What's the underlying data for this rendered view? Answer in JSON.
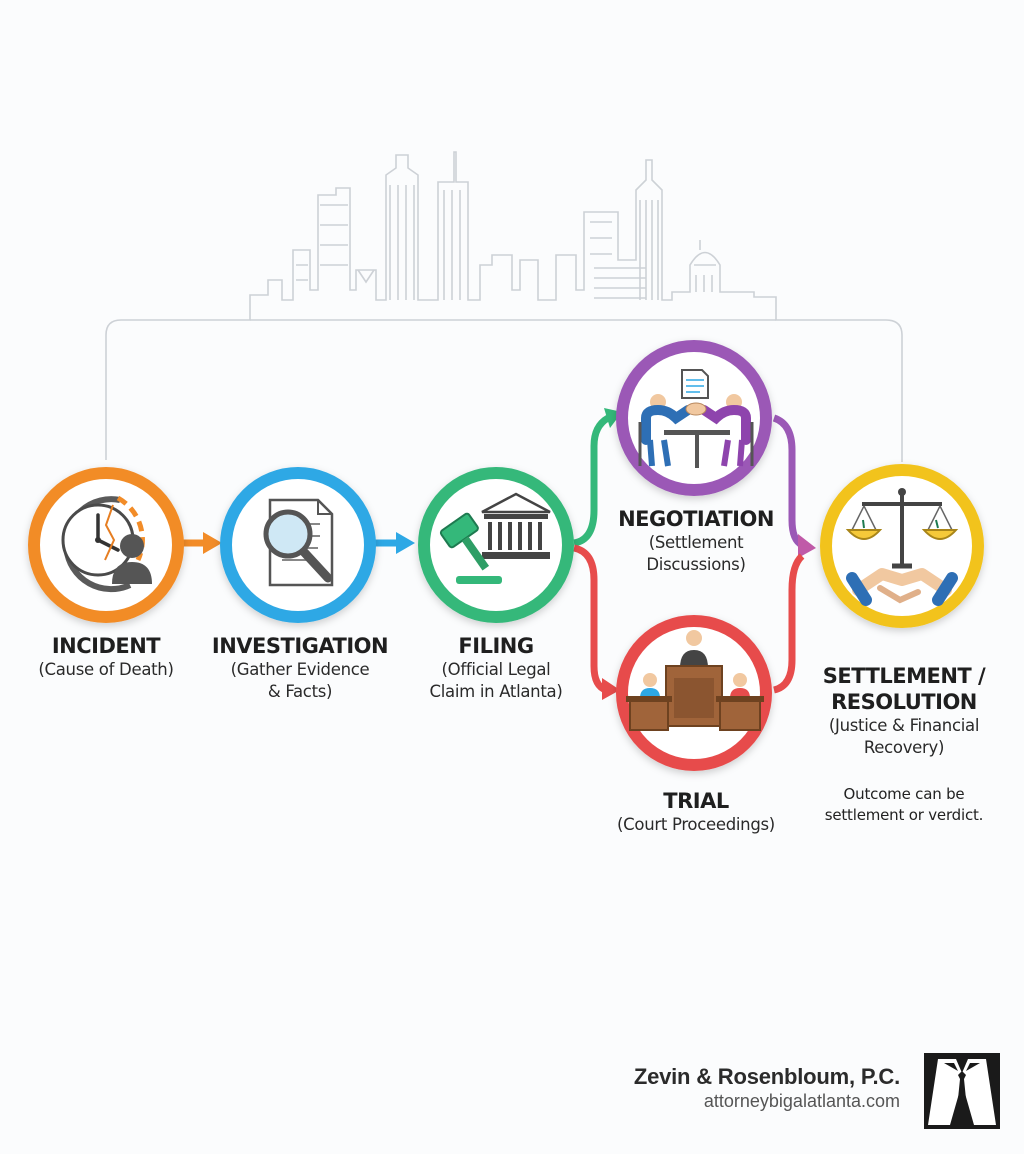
{
  "stages": {
    "incident": {
      "title": "INCIDENT",
      "subtitle_lines": [
        "(Cause of Death)"
      ],
      "color": "#f28c28"
    },
    "investigation": {
      "title": "INVESTIGATION",
      "subtitle_lines": [
        "(Gather Evidence",
        "& Facts)"
      ],
      "color": "#2ea8e5"
    },
    "filing": {
      "title": "FILING",
      "subtitle_lines": [
        "(Official Legal",
        "Claim in Atlanta)"
      ],
      "color": "#34b87a"
    },
    "negotiation": {
      "title": "NEGOTIATION",
      "subtitle_lines": [
        "(Settlement",
        "Discussions)"
      ],
      "color": "#9b59b6"
    },
    "trial": {
      "title": "TRIAL",
      "subtitle_lines": [
        "(Court Proceedings)"
      ],
      "color": "#e74c4c"
    },
    "settlement": {
      "title_lines": [
        "SETTLEMENT /",
        "RESOLUTION"
      ],
      "subtitle_lines": [
        "(Justice & Financial",
        "Recovery)"
      ],
      "note_lines": [
        "Outcome can be",
        "settlement or verdict."
      ],
      "color": "#f2c31b"
    }
  },
  "icons": {
    "incident": "clock-person-icon",
    "investigation": "magnifier-document-icon",
    "filing": "gavel-courthouse-icon",
    "negotiation": "handshake-table-icon",
    "trial": "courtroom-icon",
    "settlement": "scales-handshake-icon"
  },
  "branding": {
    "name": "Zevin & Rosenbloum, P.C.",
    "url": "attorneybigalatlanta.com",
    "logo": "suit-tie-logo"
  },
  "skyline": {
    "icon": "city-skyline-icon",
    "color": "#c8ccd1"
  }
}
